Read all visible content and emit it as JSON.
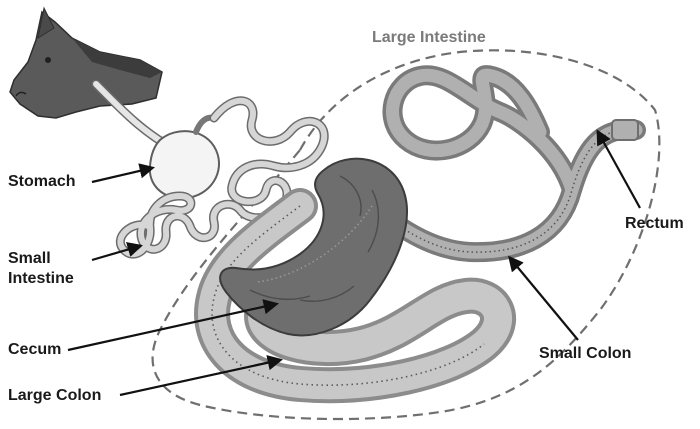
{
  "labels": {
    "stomach": "Stomach",
    "small_intestine_line1": "Small",
    "small_intestine_line2": "Intestine",
    "cecum": "Cecum",
    "large_colon": "Large Colon",
    "large_intestine": "Large Intestine",
    "rectum": "Rectum",
    "small_colon": "Small Colon"
  },
  "colors": {
    "horse_head": "#5a5a5a",
    "horse_mane": "#3c3c3c",
    "esophagus": "#e6e6e6",
    "stomach": "#f4f4f4",
    "small_intestine": "#cfcfcf",
    "cecum": "#6e6e6e",
    "large_colon": "#c4c4c4",
    "small_colon": "#a8a8a8",
    "region_outline": "#6f6f6f",
    "arrow": "#111111",
    "region_label": "#7a7a7a"
  }
}
